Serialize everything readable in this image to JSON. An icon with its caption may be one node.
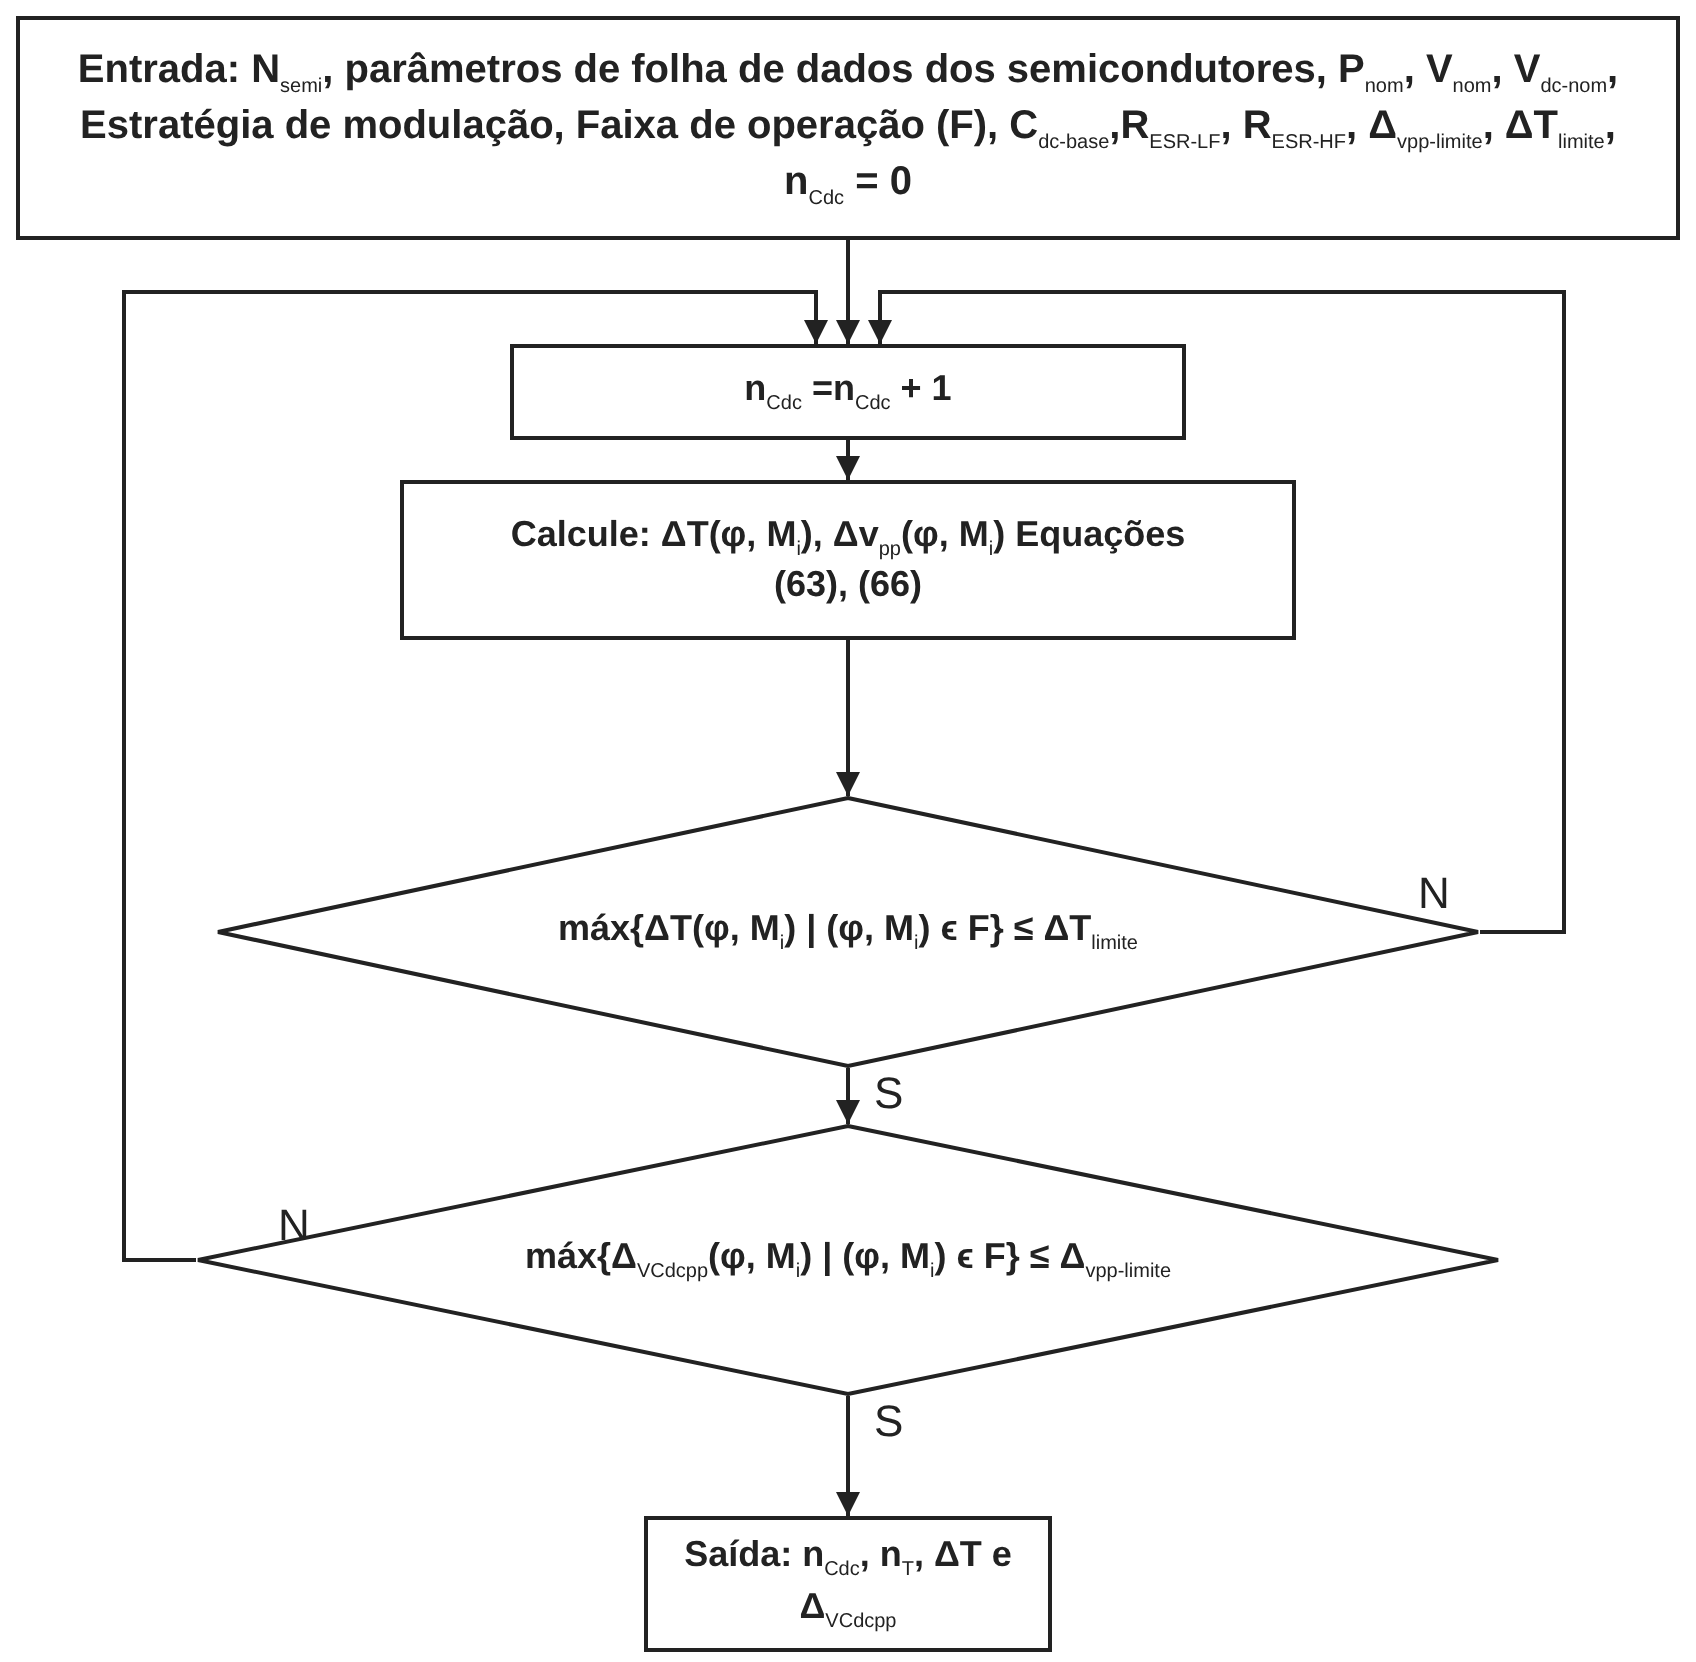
{
  "diagram": {
    "nodes": [
      {
        "text": [
          "Entrada: N$_{semi}$, parâmetros de folha de dados dos semicondutores, P$_{nom}$, V$_{nom}$, V$_{dc-nom}$, Estratégia de modulação, Faixa de operação (F), C$_{dc-base}$,R$_{ESR-LF}$, R$_{ESR-HF}$, Δ$_{vpp-limite}$, ΔT$_{limite}$, n$_{Cdc}$ = 0"
        ]
      },
      {
        "text": [
          "n$_{Cdc}$ =n$_{Cdc}$ + 1"
        ]
      },
      {
        "text": [
          "Calcule: ΔT(φ, M$_{i}$), Δv$_{pp}$(φ, M$_{i}$) Equações (63), (66)"
        ]
      },
      {
        "text": [
          "máx{ΔT(φ, M$_{i}$) | (φ, M$_{i}$) ϵ F} ≤ ΔT$_{limite}$"
        ]
      },
      {
        "text": [
          "máx{Δ$_{VCdcpp}$(φ, M$_{i}$) | (φ, M$_{i}$) ϵ F} ≤ Δ$_{vpp-limite}$"
        ]
      },
      {
        "text": [
          "Saída: n$_{Cdc}$, n$_{T}$, ΔT e Δ$_{VCdcpp}$"
        ]
      }
    ],
    "edges": [
      {
        "from": 0,
        "to": 1,
        "arrow": "to"
      },
      {
        "from": 1,
        "to": 2,
        "arrow": "to"
      },
      {
        "from": 2,
        "to": 3,
        "arrow": "to"
      },
      {
        "from": 3,
        "to": 4,
        "arrow": "to",
        "label": "S"
      },
      {
        "from": 3,
        "to": 1,
        "arrow": "to",
        "label": "N"
      },
      {
        "from": 4,
        "to": 5,
        "arrow": "to",
        "label": "S"
      },
      {
        "from": 4,
        "to": 1,
        "arrow": "to",
        "label": "N"
      }
    ]
  }
}
